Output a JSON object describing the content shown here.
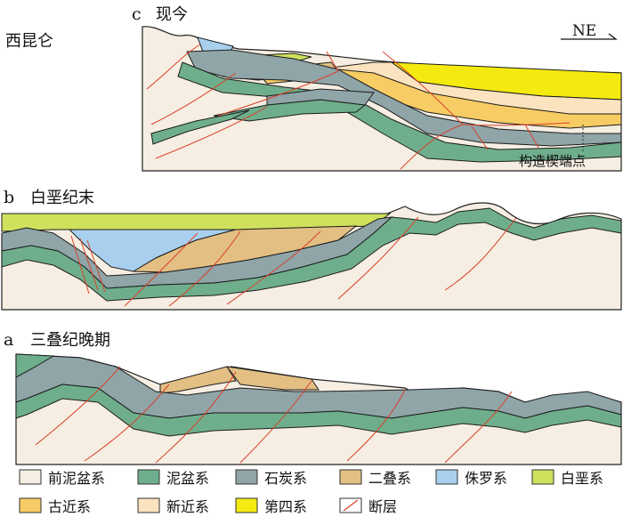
{
  "panels": {
    "c": {
      "letter": "c",
      "title": "现今",
      "region": "西昆仑",
      "direction": "NE",
      "note": "构造楔端点"
    },
    "b": {
      "letter": "b",
      "title": "白垩纪末"
    },
    "a": {
      "letter": "a",
      "title": "三叠纪晚期"
    }
  },
  "colors": {
    "pre_nipen": "#f6eee2",
    "nipen": "#6fae8c",
    "carboniferous": "#8fa5a8",
    "permian": "#e3bf84",
    "jurassic": "#a8d0ee",
    "cretaceous": "#cfe15c",
    "paleogene": "#f8cc64",
    "neogene": "#fbe3bf",
    "quaternary": "#f5ea10",
    "fault": "#d9412b"
  },
  "legend": [
    {
      "label": "前泥盆系",
      "key": "pre_nipen"
    },
    {
      "label": "泥盆系",
      "key": "nipen"
    },
    {
      "label": "石炭系",
      "key": "carboniferous"
    },
    {
      "label": "二叠系",
      "key": "permian"
    },
    {
      "label": "侏罗系",
      "key": "jurassic"
    },
    {
      "label": "白垩系",
      "key": "cretaceous"
    },
    {
      "label": "古近系",
      "key": "paleogene"
    },
    {
      "label": "新近系",
      "key": "neogene"
    },
    {
      "label": "第四系",
      "key": "quaternary"
    },
    {
      "label": "断层",
      "key": "fault"
    }
  ]
}
